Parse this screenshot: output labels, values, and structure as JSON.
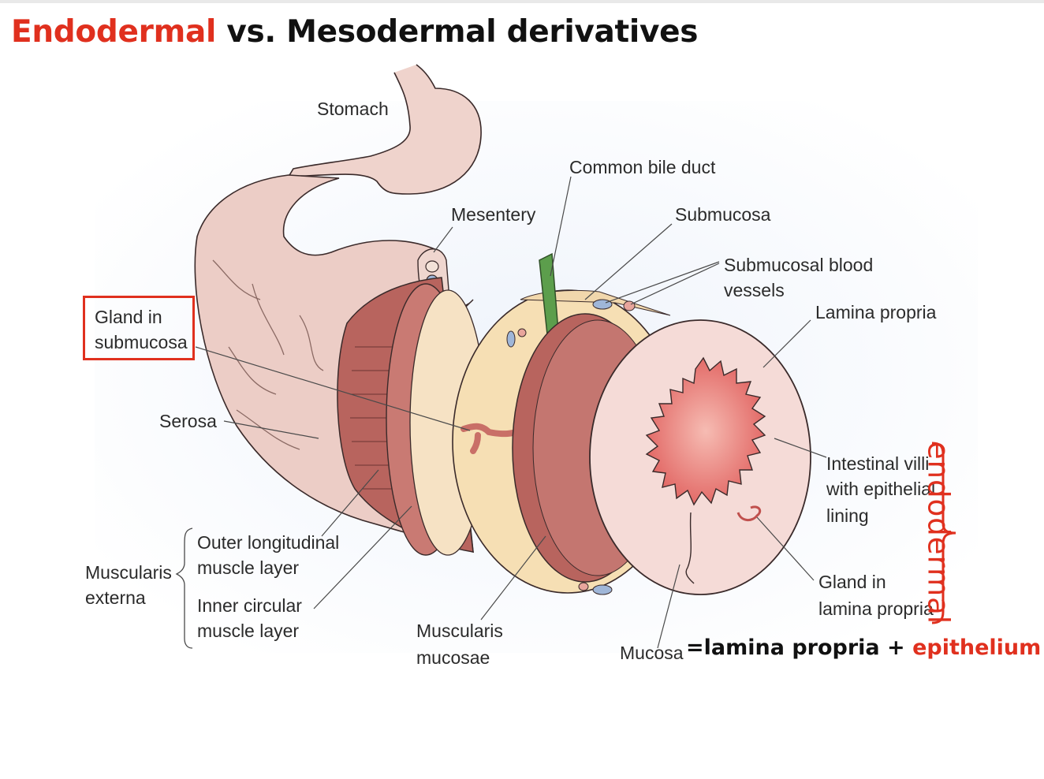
{
  "title": {
    "highlight": "Endodermal",
    "rest": " vs. Mesodermal derivatives"
  },
  "labels": {
    "stomach": "Stomach",
    "common_bile_duct": "Common bile duct",
    "mesentery": "Mesentery",
    "submucosa": "Submucosa",
    "submucosal_blood_1": "Submucosal blood",
    "submucosal_blood_2": "vessels",
    "lamina_propria": "Lamina propria",
    "gland_submucosa_1": "Gland in",
    "gland_submucosa_2": "submucosa",
    "serosa": "Serosa",
    "intestinal_villi_1": "Intestinal villi",
    "intestinal_villi_2": "with epithelial",
    "intestinal_villi_3": "lining",
    "outer_long_1": "Outer longitudinal",
    "outer_long_2": "muscle layer",
    "muscularis_externa_1": "Muscularis",
    "muscularis_externa_2": "externa",
    "inner_circ_1": "Inner circular",
    "inner_circ_2": "muscle layer",
    "muscularis_mucosae_1": "Muscularis",
    "muscularis_mucosae_2": "mucosae",
    "gland_lamina_1": "Gland in",
    "gland_lamina_2": "lamina propria",
    "mucosa": "Mucosa"
  },
  "annotations": {
    "endodermal": "endodermal",
    "mucosa_eq": "=lamina propria + ",
    "epithelium": "epithelium"
  },
  "colors": {
    "accent": "#e0301e",
    "serosa": "#eccdc6",
    "submucosa": "#f6dfb4",
    "muscle": "#b8645e",
    "lumen": "#e86d6b",
    "duct": "#5c9e4c"
  }
}
